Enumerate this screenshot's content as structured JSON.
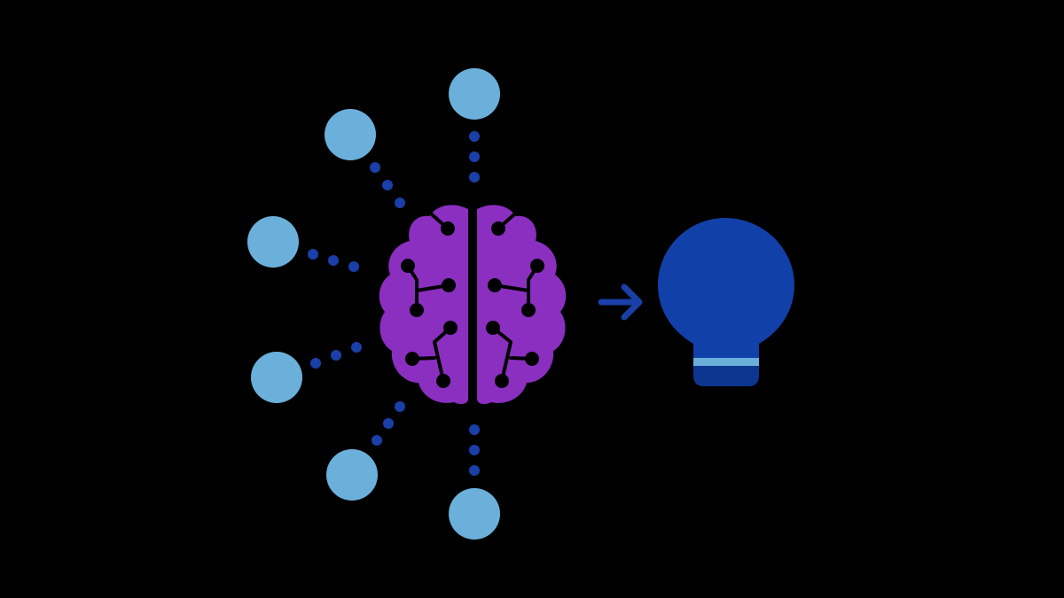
{
  "diagram": {
    "nodes": [
      {
        "id": "node-top"
      },
      {
        "id": "node-upper-left"
      },
      {
        "id": "node-left-upper"
      },
      {
        "id": "node-left-lower"
      },
      {
        "id": "node-lower-left"
      },
      {
        "id": "node-bottom"
      }
    ],
    "center_icon": "brain-circuit-icon",
    "arrow_icon": "arrow-right-icon",
    "result_icon": "lightbulb-icon"
  },
  "colors": {
    "background": "#000000",
    "node": "#6AB0DA",
    "connector": "#1A3FA8",
    "brain": "#8A2FC0",
    "brain_circuit": "#000000",
    "arrow": "#1A3FA8",
    "bulb": "#1140A8",
    "bulb_base": "#0D3690",
    "bulb_band": "#6AB0DA"
  }
}
